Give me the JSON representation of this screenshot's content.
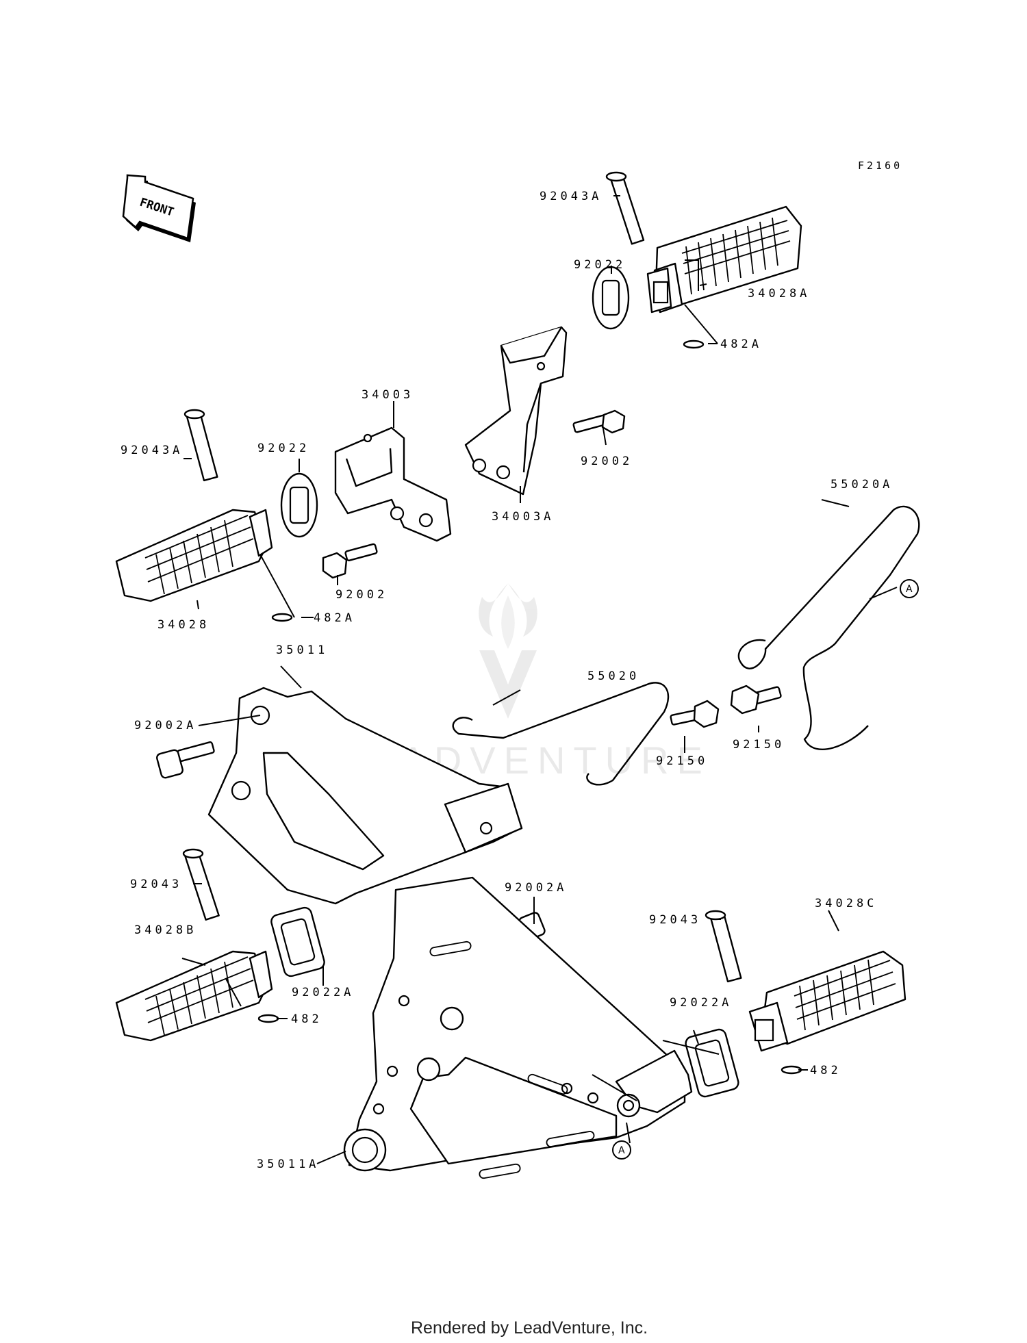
{
  "diagram_code": "F2160",
  "front_label": "FRONT",
  "watermark_text": "LEADVENTURE",
  "footer": "Rendered by LeadVenture, Inc.",
  "callout_letter": "A",
  "labels": {
    "p92043A_top": "92043A",
    "p92022_top": "92022",
    "p34028A": "34028A",
    "p482A_top": "482A",
    "p34003": "34003",
    "p92043A_left": "92043A",
    "p92022_left": "92022",
    "p92002_right": "92002",
    "p34003A": "34003A",
    "p55020A": "55020A",
    "p92002_left": "92002",
    "p34028": "34028",
    "p482A_left": "482A",
    "p55020": "55020",
    "p35011": "35011",
    "p92002A_left": "92002A",
    "p92150_right": "92150",
    "p92150_left": "92150",
    "p92043_left": "92043",
    "p92002A_mid": "92002A",
    "p34028C": "34028C",
    "p34028B": "34028B",
    "p92043_right": "92043",
    "p92022A_left": "92022A",
    "p482_left": "482",
    "p92022A_right": "92022A",
    "p482_right": "482",
    "p35011A": "35011A"
  }
}
